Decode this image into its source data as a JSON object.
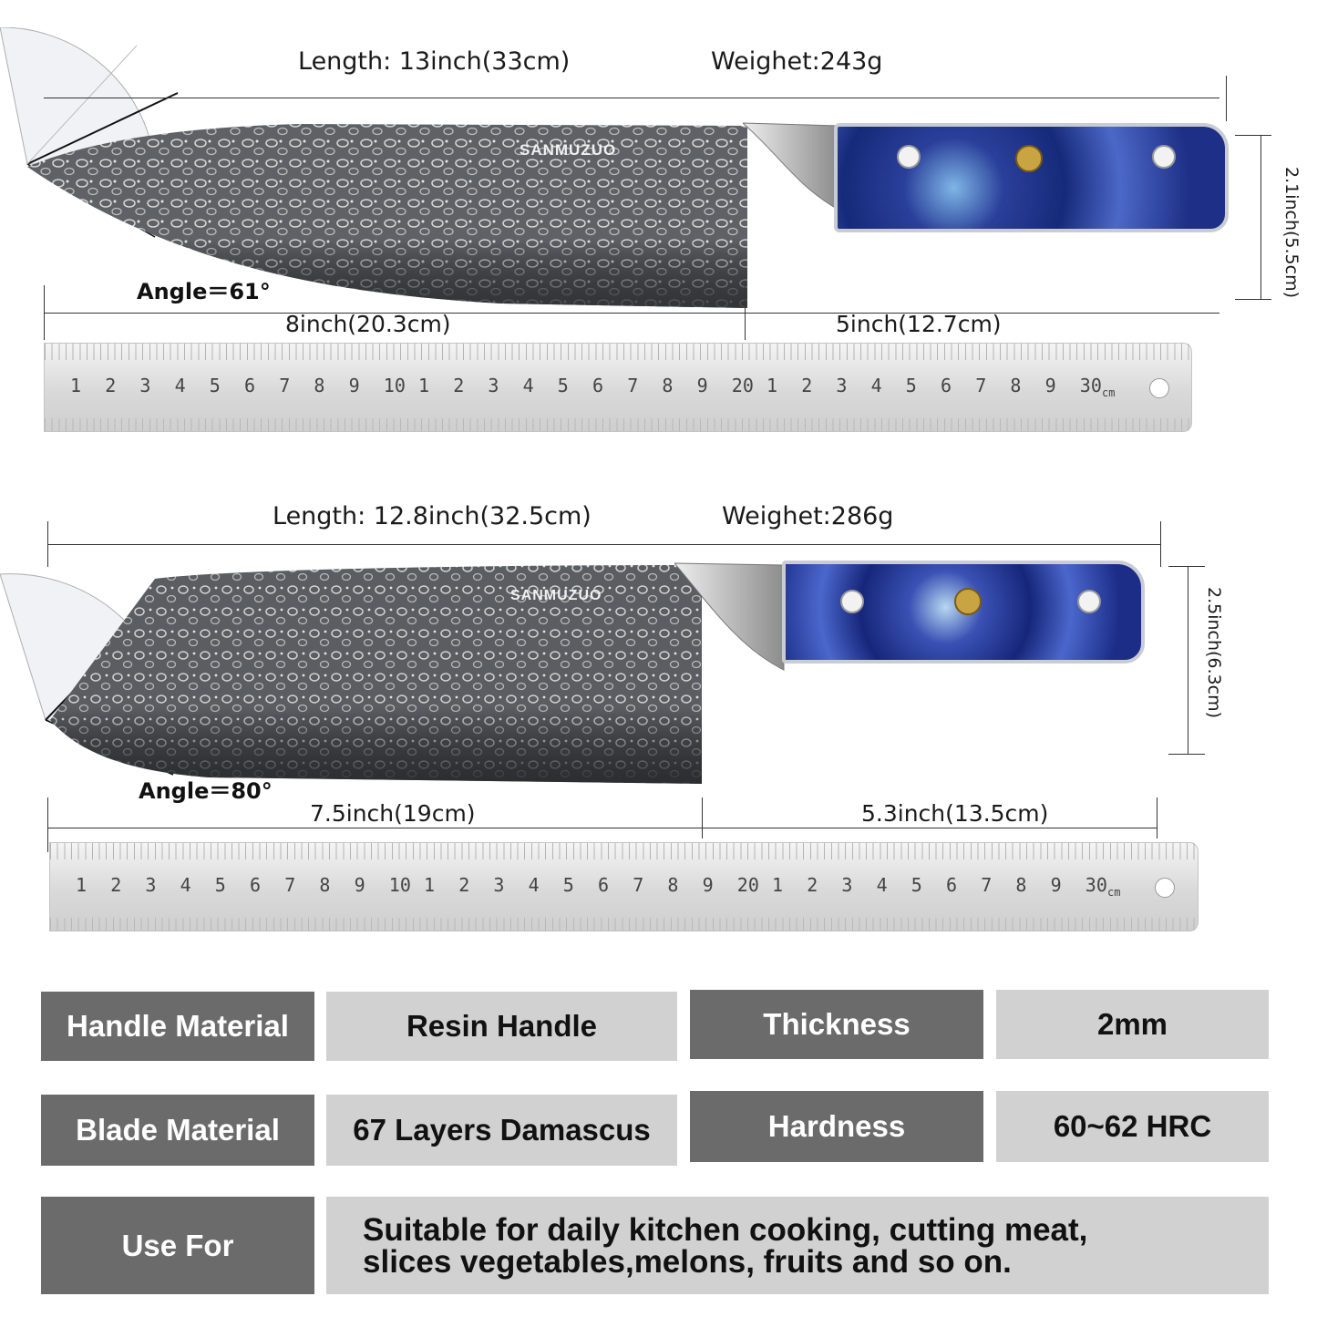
{
  "knife1": {
    "length": "Length: 13inch(33cm)",
    "weight": "Weighet:243g",
    "height": "2.1inch(5.5cm)",
    "angle": "Angle＝61°",
    "blade": "8inch(20.3cm)",
    "handle": "5inch(12.7cm)",
    "brand": "SANMUZUO"
  },
  "knife2": {
    "length": "Length: 12.8inch(32.5cm)",
    "weight": "Weighet:286g",
    "height": "2.5inch(6.3cm)",
    "angle": "Angle＝80°",
    "blade": "7.5inch(19cm)",
    "handle": "5.3inch(13.5cm)",
    "brand": "SANMUZUO"
  },
  "ruler": {
    "numbers": [
      "1",
      "2",
      "3",
      "4",
      "5",
      "6",
      "7",
      "8",
      "9",
      "10",
      "1",
      "2",
      "3",
      "4",
      "5",
      "6",
      "7",
      "8",
      "9",
      "20",
      "1",
      "2",
      "3",
      "4",
      "5",
      "6",
      "7",
      "8",
      "9",
      "30"
    ],
    "unit": "cm"
  },
  "specs": {
    "handle_material_label": "Handle Material",
    "handle_material_value": "Resin Handle",
    "thickness_label": "Thickness",
    "thickness_value": "2mm",
    "blade_material_label": "Blade Material",
    "blade_material_value": "67 Layers Damascus",
    "hardness_label": "Hardness",
    "hardness_value": "60~62 HRC",
    "use_for_label": "Use For",
    "use_for_line1": "Suitable for daily kitchen cooking, cutting meat,",
    "use_for_line2": "slices vegetables,melons, fruits and so on."
  },
  "colors": {
    "label_bg": "#6b6b6b",
    "value_bg": "#d1d1d1",
    "handle_blue": "#2a3f9a"
  }
}
